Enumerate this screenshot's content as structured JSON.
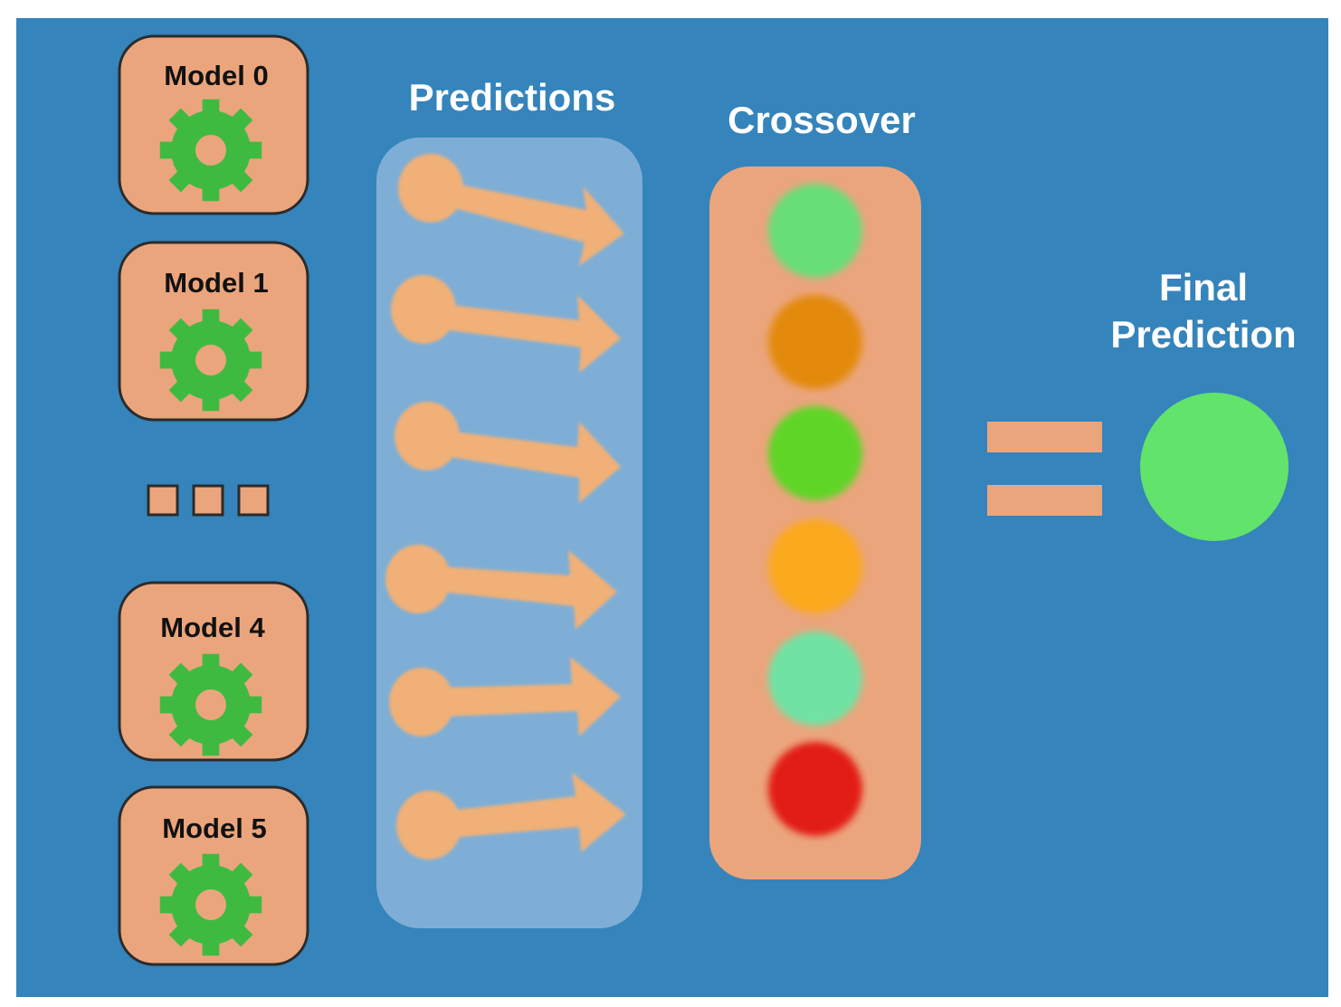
{
  "diagram": {
    "background_color": "#3584bb",
    "models": [
      {
        "label": "Model 0",
        "icon": "gear-icon"
      },
      {
        "label": "Model 1",
        "icon": "gear-icon"
      },
      {
        "label": "Model 4",
        "icon": "gear-icon"
      },
      {
        "label": "Model 5",
        "icon": "gear-icon"
      }
    ],
    "model_box_color": "#eba57c",
    "gear_color": "#3fba41",
    "ellipsis_squares": 3,
    "predictions": {
      "title": "Predictions",
      "panel_color": "#7eaed6",
      "arrow_color": "#f0b077",
      "arrow_count": 6
    },
    "crossover": {
      "title": "Crossover",
      "panel_color": "#eba57c",
      "dot_colors": [
        "#67de78",
        "#e38a10",
        "#5fd626",
        "#fba91c",
        "#6fe3a4",
        "#e21a12"
      ]
    },
    "equals_color": "#eba57c",
    "final_prediction": {
      "title_line1": "Final",
      "title_line2": "Prediction",
      "dot_color": "#62e36b"
    }
  }
}
